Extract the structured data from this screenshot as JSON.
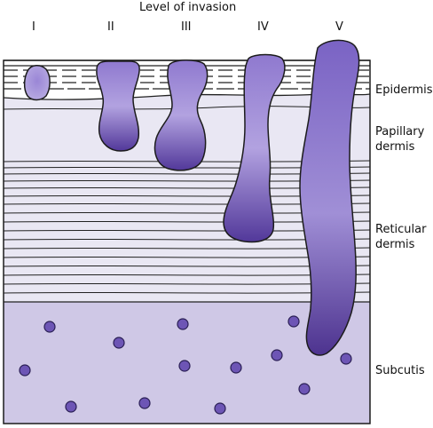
{
  "title": "Level of invasion",
  "levels": [
    "I",
    "II",
    "III",
    "IV",
    "V"
  ],
  "layers": {
    "epidermis": "Epidermis",
    "papillary_line1": "Papillary",
    "papillary_line2": "dermis",
    "reticular_line1": "Reticular",
    "reticular_line2": "dermis",
    "subcutis": "Subcutis"
  },
  "colors": {
    "epidermis": "#ffffff",
    "papillary_dermis": "#e9e7f3",
    "reticular_dermis": "#e9e7f3",
    "subcutis": "#cfc8e6",
    "tumor_light": "#b3a3de",
    "tumor_dark": "#52389a",
    "outline": "#1c1c1c"
  }
}
